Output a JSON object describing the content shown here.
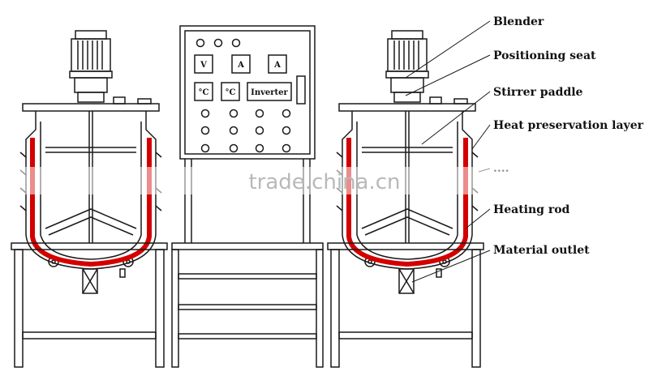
{
  "colors": {
    "line": "#1a1a1a",
    "heating_jacket": "#d40000",
    "watermark": "#b9b9b9",
    "background": "#ffffff"
  },
  "callouts": {
    "blender": "Blender",
    "positioning_seat": "Positioning seat",
    "stirrer_paddle": "Stirrer paddle",
    "heat_preservation": "Heat preservation layer",
    "obscured": "....",
    "heating_rod": "Heating rod",
    "material_outlet": "Material outlet"
  },
  "control_panel": {
    "meters": [
      "V",
      "A",
      "A"
    ],
    "temperature_units": [
      "°C",
      "°C"
    ],
    "inverter_label": "Inverter"
  },
  "watermark": "trade.china.cn",
  "icons": [
    "motor-icon",
    "control-panel-icon",
    "switch-icon"
  ]
}
